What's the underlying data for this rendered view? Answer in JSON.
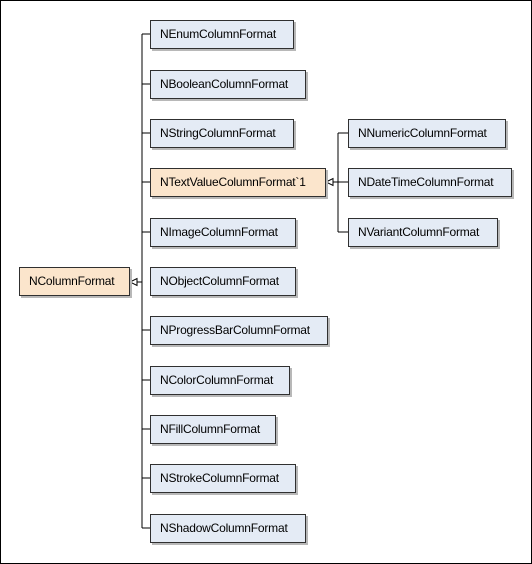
{
  "diagram": {
    "root": {
      "label": "NColumnFormat",
      "highlight": true
    },
    "children": [
      {
        "label": "NEnumColumnFormat"
      },
      {
        "label": "NBooleanColumnFormat"
      },
      {
        "label": "NStringColumnFormat"
      },
      {
        "label": "NTextValueColumnFormat`1",
        "highlight": true,
        "children": [
          {
            "label": "NNumericColumnFormat"
          },
          {
            "label": "NDateTimeColumnFormat"
          },
          {
            "label": "NVariantColumnFormat"
          }
        ]
      },
      {
        "label": "NImageColumnFormat"
      },
      {
        "label": "NObjectColumnFormat"
      },
      {
        "label": "NProgressBarColumnFormat"
      },
      {
        "label": "NColorColumnFormat"
      },
      {
        "label": "NFillColumnFormat"
      },
      {
        "label": "NStrokeColumnFormat"
      },
      {
        "label": "NShadowColumnFormat"
      }
    ],
    "colors": {
      "node_fill": "#e4ebf5",
      "highlight_fill": "#fbe5cc",
      "border": "#303030",
      "line": "#000000"
    }
  }
}
